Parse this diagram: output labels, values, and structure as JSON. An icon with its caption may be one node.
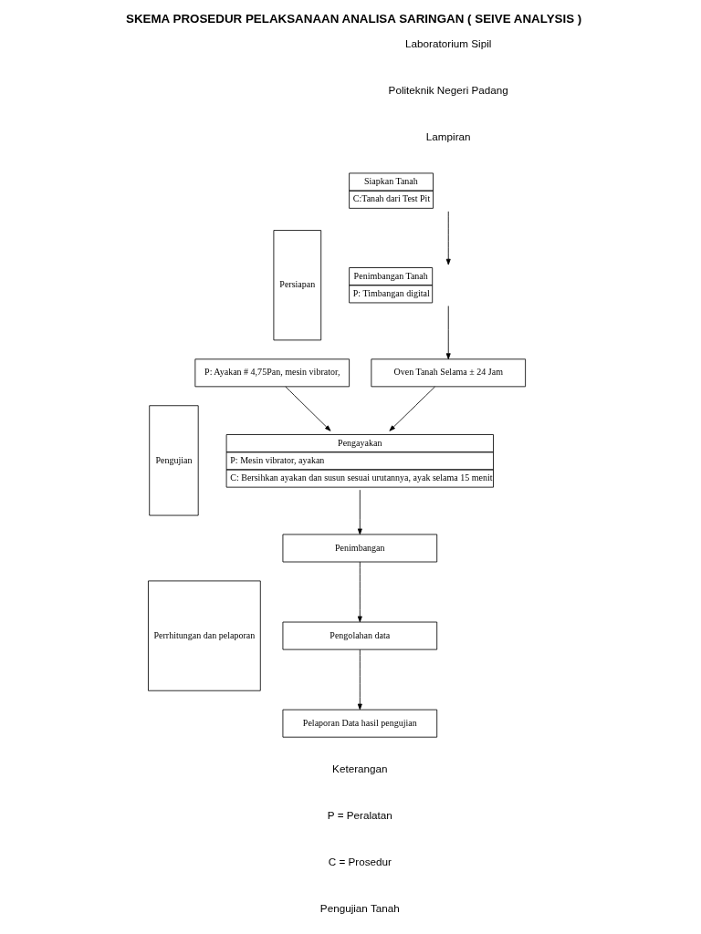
{
  "diagram": {
    "title": "SKEMA PROSEDUR PELAKSANAAN ANALISA SARINGAN ( SEIVE ANALYSIS )",
    "nodes": [
      {
        "text": [
          "Persiapan"
        ]
      },
      {
        "text": [
          "Pengujian"
        ]
      },
      {
        "text": [
          "Perrhitungan dan pelaporan"
        ]
      },
      {
        "text": [
          "Siapkan Tanah",
          "C:Tanah dari Test Pit"
        ]
      },
      {
        "text": [
          "Penimbangan Tanah",
          "P: Timbangan digital"
        ]
      },
      {
        "text": [
          "Oven Tanah Selama ± 24 Jam"
        ]
      },
      {
        "text": [
          "P: Ayakan # 4,75Pan, mesin vibrator,"
        ]
      },
      {
        "text": [
          "Pengayakan",
          "P: Mesin vibrator, ayakan",
          "C: Bersihkan ayakan dan susun sesuai urutannya, ayak selama 15 menit"
        ]
      },
      {
        "text": [
          "Penimbangan"
        ]
      },
      {
        "text": [
          "Pengolahan data"
        ]
      },
      {
        "text": [
          "Pelaporan Data hasil pengujian"
        ]
      }
    ],
    "edges": [
      {
        "from": 3,
        "to": 4,
        "arrow": "to"
      },
      {
        "from": 4,
        "to": 5,
        "arrow": "to"
      },
      {
        "from": 5,
        "to": 7,
        "arrow": "to"
      },
      {
        "from": 6,
        "to": 7,
        "arrow": "to"
      },
      {
        "from": 7,
        "to": 8,
        "arrow": "to"
      },
      {
        "from": 8,
        "to": 9,
        "arrow": "to"
      },
      {
        "from": 9,
        "to": 10,
        "arrow": "to"
      }
    ],
    "labels": [
      "Laboratorium Sipil",
      "Politeknik Negeri Padang",
      "Lampiran",
      "Keterangan",
      "P = Peralatan",
      "C = Prosedur",
      "Pengujian Tanah"
    ]
  }
}
